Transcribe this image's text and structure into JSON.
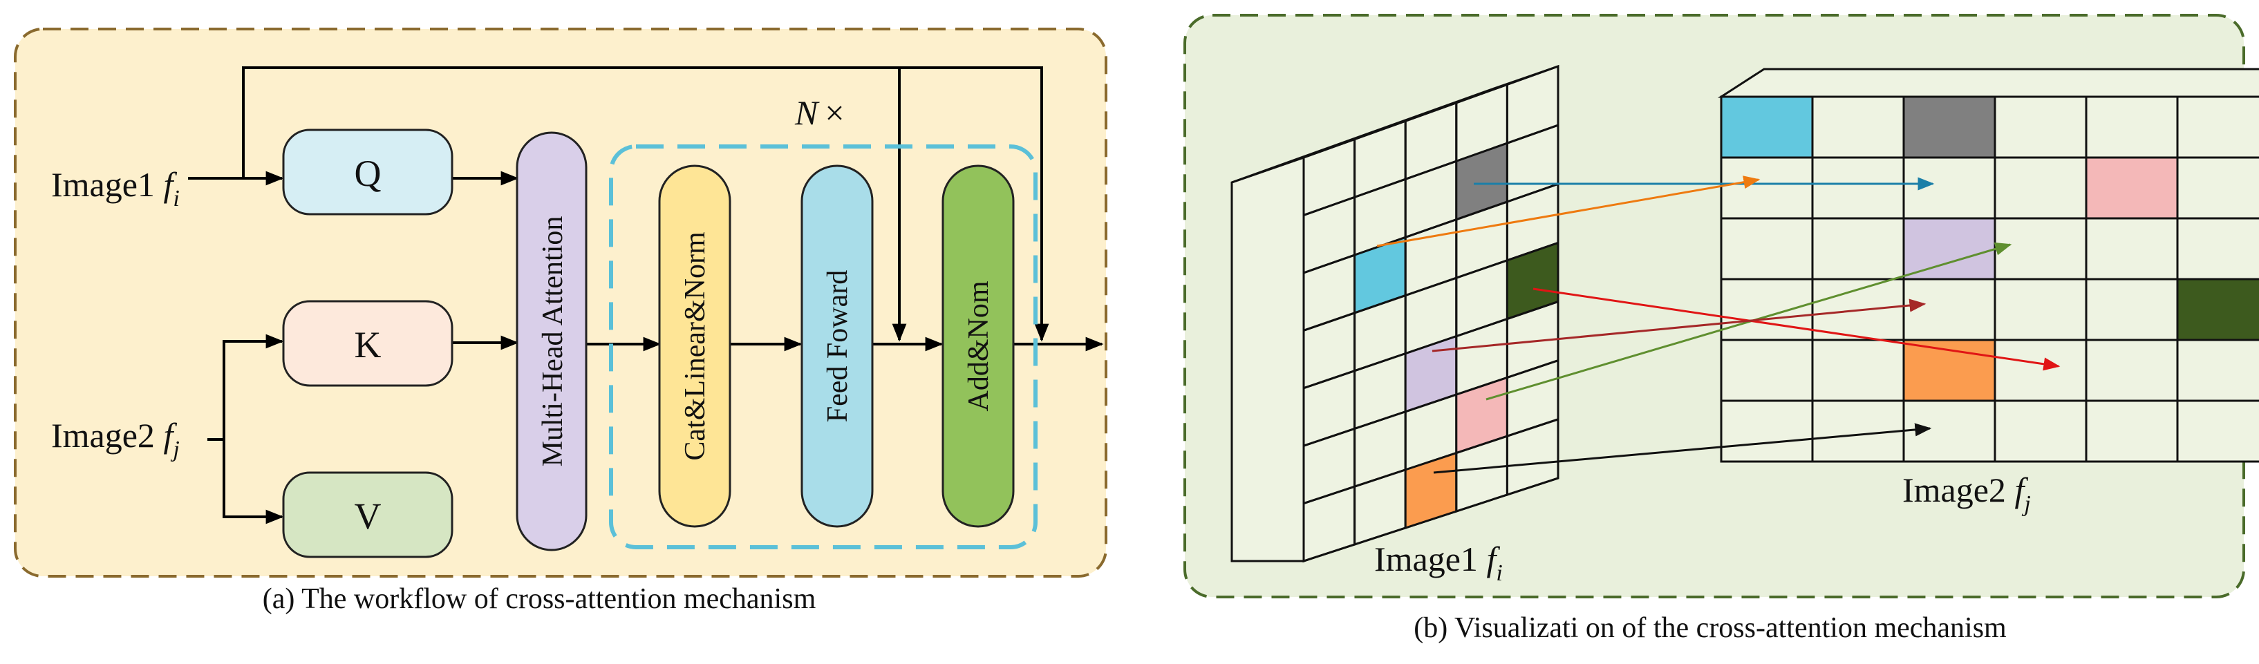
{
  "panel_a": {
    "caption": "(a) The workflow of cross-attention mechanism",
    "input1": {
      "label": "Image1 ",
      "var": "f",
      "sub": "i"
    },
    "input2": {
      "label": "Image2 ",
      "var": "f",
      "sub": "j"
    },
    "q": "Q",
    "k": "K",
    "v": "V",
    "mha": "Multi-Head Attention",
    "repeat_italic": "N",
    "repeat_times": "×",
    "cat_norm": "Cat&Linear&Norm",
    "feed_forward": "Feed Foward",
    "add_norm": "Add&Nom"
  },
  "panel_b": {
    "caption": "(b) Visualizati on of the cross-attention mechanism",
    "image1": {
      "label": "Image1 ",
      "var": "f",
      "sub": "i"
    },
    "image2": {
      "label": "Image2 ",
      "var": "f",
      "sub": "j"
    }
  },
  "colors": {
    "panel_a_bg": "#fdf0cd",
    "panel_a_border": "#8a6a2e",
    "panel_b_bg": "#e9f0dc",
    "panel_b_border": "#4a6b2a",
    "q_fill": "#d6eef4",
    "k_fill": "#fde9dc",
    "v_fill": "#d6e6c3",
    "mha_fill": "#d9cfe9",
    "cat_fill": "#fee596",
    "ff_fill": "#a9dde9",
    "add_fill": "#92c25b",
    "dashed_box": "#5bc0d8",
    "cyan": "#62c8df",
    "gray": "#808080",
    "pink": "#f4b8b8",
    "lavender": "#d0c4e0",
    "dark_green": "#3d5a1e",
    "orange": "#fb9c4f"
  }
}
